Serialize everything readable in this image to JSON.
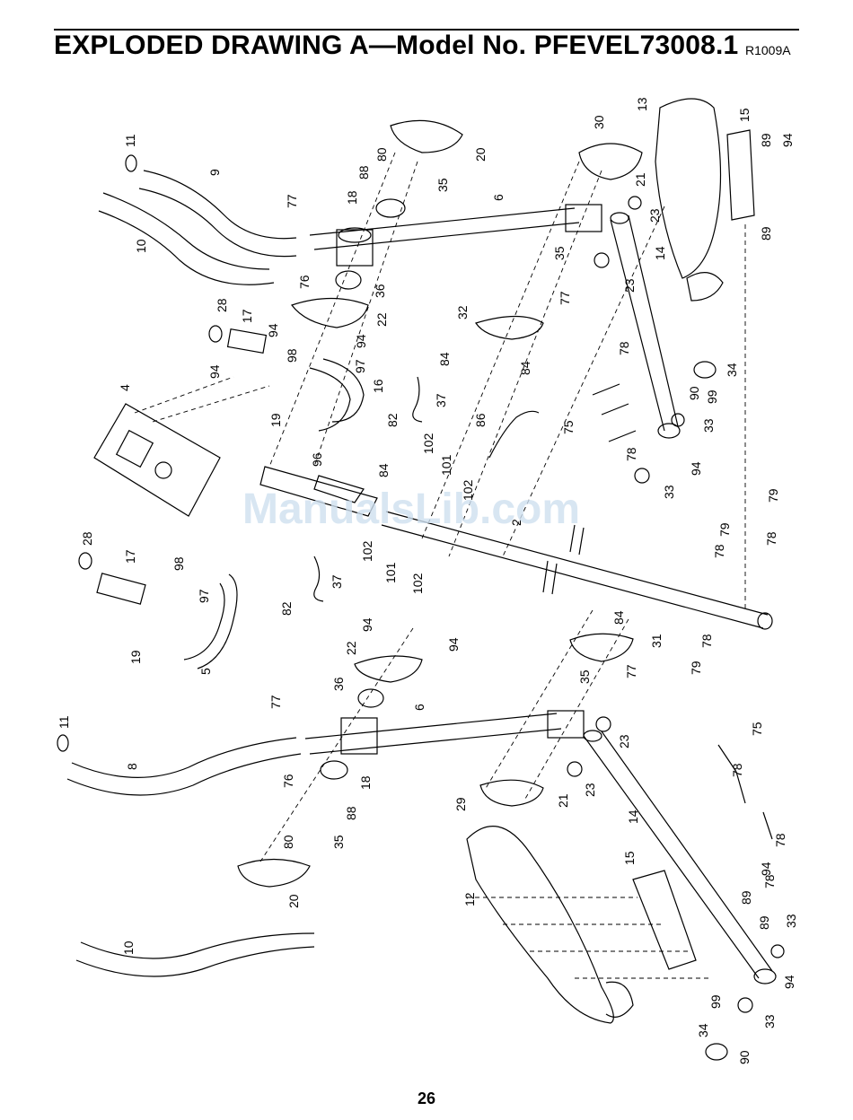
{
  "header": {
    "title": "EXPLODED DRAWING A—Model No. PFEVEL73008.1",
    "code": "R1009A"
  },
  "watermark": "ManualsLib.com",
  "footer": {
    "page": "26"
  },
  "labels": {
    "l_11a": "11",
    "l_9": "9",
    "l_10a": "10",
    "l_77a": "77",
    "l_76a": "76",
    "l_80a": "80",
    "l_88a": "88",
    "l_18a": "18",
    "l_35a": "35",
    "l_20a": "20",
    "l_36a": "36",
    "l_22a": "22",
    "l_94a": "94",
    "l_94b": "94",
    "l_6a": "6",
    "l_30": "30",
    "l_21a": "21",
    "l_23a": "23",
    "l_35b": "35",
    "l_23b": "23",
    "l_77b": "77",
    "l_13": "13",
    "l_15a": "15",
    "l_89a": "89",
    "l_94c": "94",
    "l_89b": "89",
    "l_14a": "14",
    "l_32": "32",
    "l_84a": "84",
    "l_84b": "84",
    "l_28a": "28",
    "l_17a": "17",
    "l_98a": "98",
    "l_97a": "97",
    "l_16": "16",
    "l_19a": "19",
    "l_82a": "82",
    "l_4": "4",
    "l_94d": "94",
    "l_37a": "37",
    "l_86": "86",
    "l_78a": "78",
    "l_34a": "34",
    "l_90a": "90",
    "l_99a": "99",
    "l_33a": "33",
    "l_75a": "75",
    "l_78b": "78",
    "l_94e": "94",
    "l_33b": "33",
    "l_96": "96",
    "l_84c": "84",
    "l_102a": "102",
    "l_101a": "101",
    "l_102b": "102",
    "l_2": "2",
    "l_79a": "79",
    "l_79b": "79",
    "l_78c": "78",
    "l_78d": "78",
    "l_102c": "102",
    "l_101b": "101",
    "l_102d": "102",
    "l_28b": "28",
    "l_17b": "17",
    "l_98b": "98",
    "l_97b": "97",
    "l_82b": "82",
    "l_37b": "37",
    "l_19b": "19",
    "l_5": "5",
    "l_78e": "78",
    "l_79c": "79",
    "l_22b": "22",
    "l_94f": "94",
    "l_94g": "94",
    "l_84d": "84",
    "l_31": "31",
    "l_36b": "36",
    "l_35c": "35",
    "l_77c": "77",
    "l_6b": "6",
    "l_23c": "23",
    "l_11b": "11",
    "l_77d": "77",
    "l_8": "8",
    "l_76b": "76",
    "l_18b": "18",
    "l_88b": "88",
    "l_35d": "35",
    "l_80b": "80",
    "l_21b": "21",
    "l_23d": "23",
    "l_29": "29",
    "l_75b": "75",
    "l_78f": "78",
    "l_78g": "78",
    "l_14b": "14",
    "l_15b": "15",
    "l_12": "12",
    "l_94h": "94",
    "l_89c": "89",
    "l_78h": "78",
    "l_89d": "89",
    "l_33c": "33",
    "l_94i": "94",
    "l_20b": "20",
    "l_10b": "10",
    "l_99b": "99",
    "l_33d": "33",
    "l_34b": "34",
    "l_90b": "90"
  }
}
